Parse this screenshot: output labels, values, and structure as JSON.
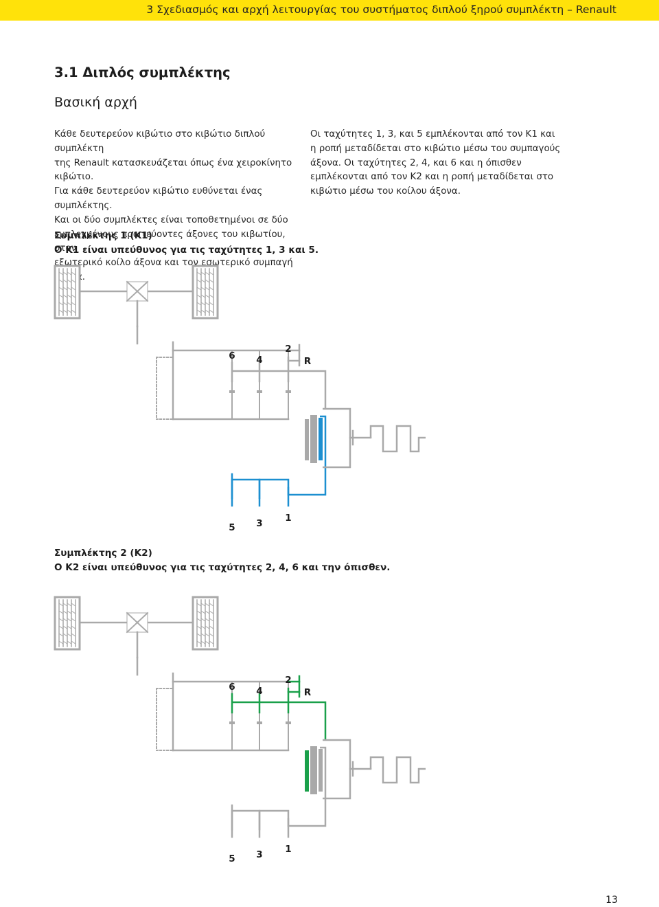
{
  "header": {
    "title": "3 Σχεδιασμός και αρχή λειτουργίας του συστήματος διπλού ξηρού συμπλέκτη – Renault"
  },
  "section": {
    "title": "3.1 Διπλός συμπλέκτης",
    "subtitle": "Βασική αρχή"
  },
  "left_column": [
    "Κάθε δευτερεύον κιβώτιο στο κιβώτιο διπλού συμπλέκτη",
    "της Renault κατασκευάζεται όπως ένα χειροκίνητο κιβώτιο.",
    "Για κάθε δευτερεύον κιβώτιο ευθύνεται ένας συμπλέκτης.",
    "Και οι δύο συμπλέκτες είναι τοποθετημένοι σε δύο",
    "εμπλεγμένους πρωτεύοντες άξονες του κιβωτίου, στον",
    "εξωτερικό κοίλο άξονα και τον εσωτερικό συμπαγή άξονα."
  ],
  "right_column": [
    "Οι ταχύτητες 1, 3, και 5 εμπλέκονται από τον K1 και",
    "η ροπή μεταδίδεται στο κιβώτιο μέσω του συμπαγούς",
    "άξονα. Οι ταχύτητες 2, 4, και 6 και η όπισθεν",
    "εμπλέκονται από τον K2 και η ροπή μεταδίδεται στο",
    "κιβώτιο μέσω του κοίλου άξονα."
  ],
  "clutch1": {
    "heading": "Συμπλέκτης 1 (K1)",
    "desc": "Ο K1 είναι υπεύθυνος για τις ταχύτητες 1, 3 και 5."
  },
  "clutch2": {
    "heading": "Συμπλέκτης 2 (K2)",
    "desc": "Ο K2 είναι υπεύθυνος για τις ταχύτητες 2, 4, 6 και την όπισθεν."
  },
  "gear_labels": {
    "top": [
      "6",
      "4",
      "2",
      "R"
    ],
    "bottom": [
      "5",
      "3",
      "1"
    ]
  },
  "colors": {
    "header_yellow": "#ffe20a",
    "shaft_gray": "#a9a9a9",
    "clutch1_blue": "#1c8fd0",
    "clutch2_green": "#1aa04a"
  },
  "page_number": "13"
}
